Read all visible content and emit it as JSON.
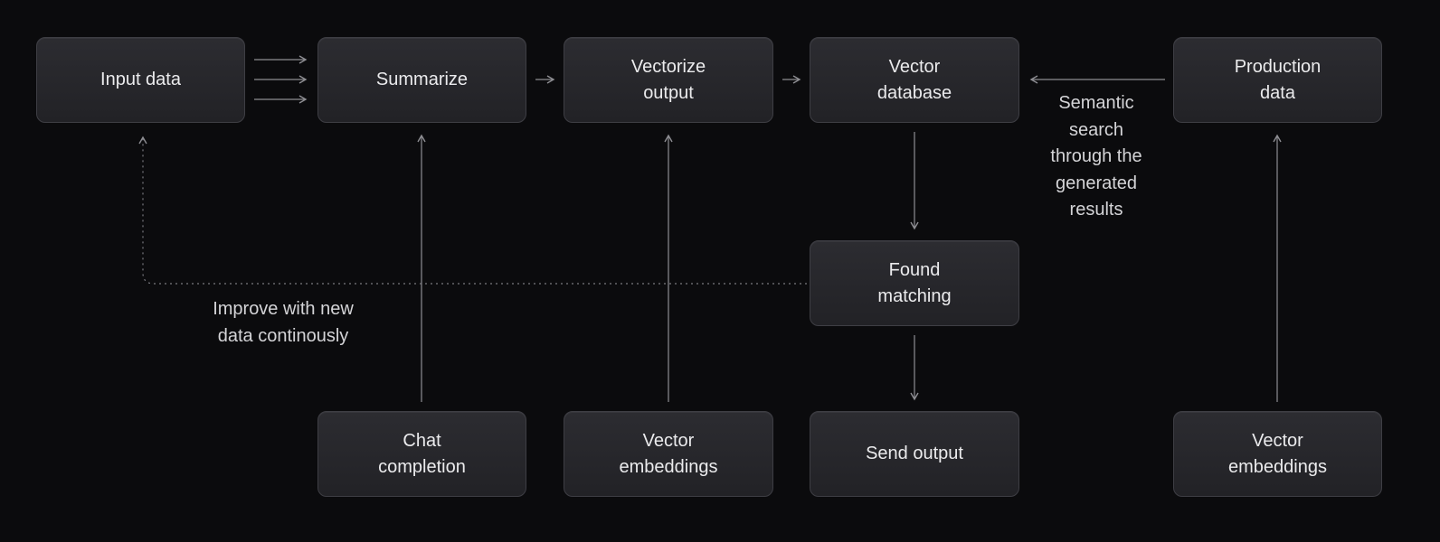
{
  "diagram": {
    "background": "#0b0b0d",
    "colors": {
      "node_fill_top": "#2c2c31",
      "node_fill_bottom": "#222226",
      "node_border": "#3e3e44",
      "node_text": "#ebebed",
      "note_text": "#d4d4d7",
      "arrow": "#8e8e93",
      "dotted": "#7a7a80"
    },
    "nodes": {
      "input_data": {
        "label": "Input data"
      },
      "summarize": {
        "label": "Summarize"
      },
      "vectorize_output": {
        "label": "Vectorize\noutput"
      },
      "vector_database": {
        "label": "Vector\ndatabase"
      },
      "production_data": {
        "label": "Production\ndata"
      },
      "found_matching": {
        "label": "Found\nmatching"
      },
      "chat_completion": {
        "label": "Chat\ncompletion"
      },
      "vector_embeddings_left": {
        "label": "Vector\nembeddings"
      },
      "send_output": {
        "label": "Send output"
      },
      "vector_embeddings_right": {
        "label": "Vector\nembeddings"
      }
    },
    "notes": {
      "semantic_search": {
        "text": "Semantic\nsearch\nthrough the\ngenerated\nresults"
      },
      "improve": {
        "text": "Improve with new\ndata continously"
      }
    },
    "edges": [
      {
        "from": "input_data",
        "to": "summarize",
        "style": "triple-solid"
      },
      {
        "from": "summarize",
        "to": "vectorize_output",
        "style": "solid"
      },
      {
        "from": "vectorize_output",
        "to": "vector_database",
        "style": "solid"
      },
      {
        "from": "production_data",
        "to": "vector_database",
        "style": "solid",
        "label": "Semantic search through the generated results"
      },
      {
        "from": "vector_database",
        "to": "found_matching",
        "style": "solid"
      },
      {
        "from": "found_matching",
        "to": "send_output",
        "style": "solid"
      },
      {
        "from": "chat_completion",
        "to": "summarize",
        "style": "solid"
      },
      {
        "from": "vector_embeddings_left",
        "to": "vectorize_output",
        "style": "solid"
      },
      {
        "from": "vector_embeddings_right",
        "to": "production_data",
        "style": "solid"
      },
      {
        "from": "found_matching",
        "to": "input_data",
        "style": "dotted",
        "label": "Improve with new data continously"
      }
    ]
  }
}
